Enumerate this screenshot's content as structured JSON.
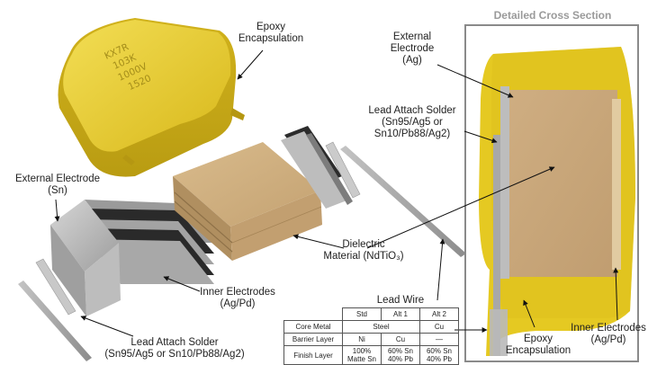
{
  "chip_marking": [
    "KX7R",
    "103K",
    "1000V",
    "1520"
  ],
  "section_title": "Detailed Cross Section",
  "labels": {
    "epoxy_top": [
      "Epoxy",
      "Encapsulation"
    ],
    "external_electrode_sn": [
      "External Electrode",
      "(Sn)"
    ],
    "dielectric": [
      "Dielectric",
      "Material (NdTiO₃)"
    ],
    "inner_electrodes_left": [
      "Inner Electrodes",
      "(Ag/Pd)"
    ],
    "lead_attach_left": [
      "Lead Attach Solder",
      "(Sn95/Ag5 or Sn10/Pb88/Ag2)"
    ],
    "external_electrode_ag": [
      "External",
      "Electrode",
      "(Ag)"
    ],
    "lead_attach_right": [
      "Lead Attach Solder",
      "(Sn95/Ag5 or",
      "Sn10/Pb88/Ag2)"
    ],
    "epoxy_bottom": [
      "Epoxy",
      "Encapsulation"
    ],
    "inner_electrodes_right": [
      "Inner Electrodes",
      "(Ag/Pd)"
    ]
  },
  "lead_wire_table": {
    "title": "Lead Wire",
    "columns": [
      "Std",
      "Alt 1",
      "Alt 2"
    ],
    "rows": [
      {
        "label": "Core Metal",
        "std_alt1": "Steel",
        "alt2": "Cu"
      },
      {
        "label": "Barrier Layer",
        "std": "Ni",
        "alt1": "Cu",
        "alt2": "—"
      },
      {
        "label": "Finish Layer",
        "std": [
          "100%",
          "Matte Sn"
        ],
        "alt1": [
          "60% Sn",
          "40% Pb"
        ],
        "alt2": [
          "60% Sn",
          "40% Pb"
        ]
      }
    ]
  },
  "colors": {
    "epoxy": "#e8cc2a",
    "ceramic": "#c9a77a",
    "electrode_metal": "#b9b9b9",
    "wire": "#a7a7a7",
    "frame": "#8a8a8a"
  }
}
